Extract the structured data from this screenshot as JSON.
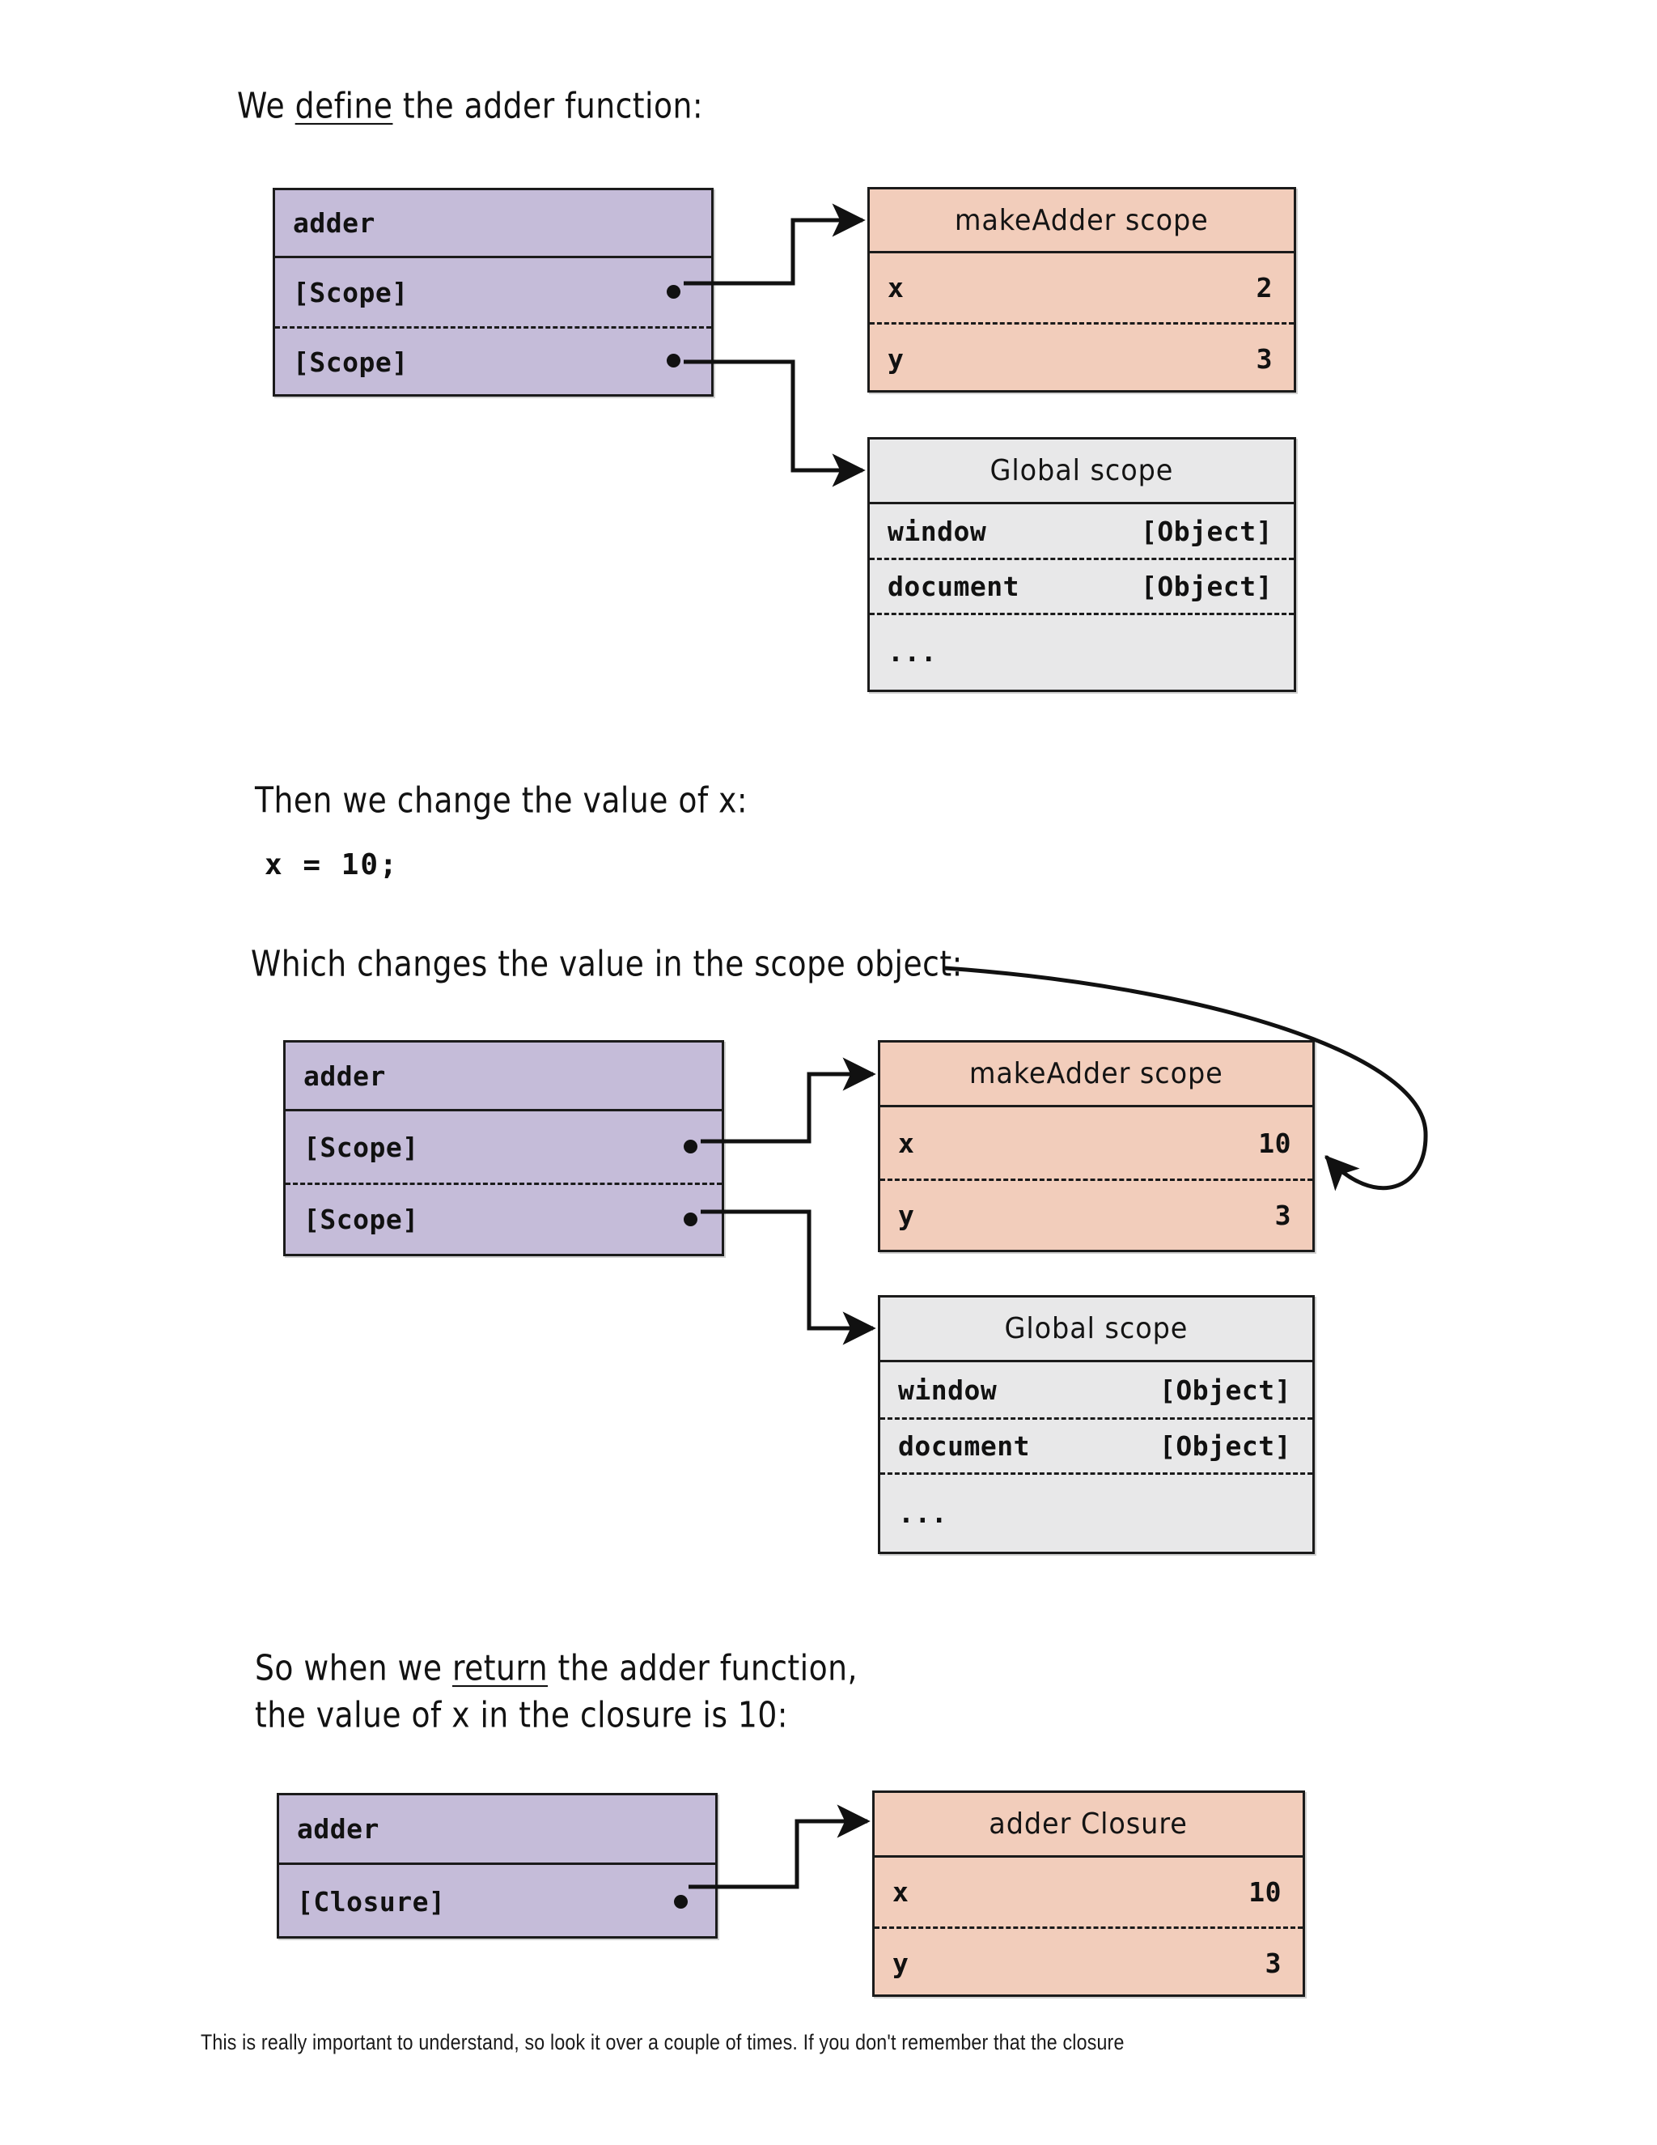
{
  "document": {
    "footer_text": "This is really important to understand, so look it over a couple of times. If you don't remember that the closure"
  },
  "sections": {
    "one": {
      "caption_pre": "We ",
      "caption_underline": "define",
      "caption_post": " the adder function:",
      "function_box": {
        "title": "adder",
        "rows": [
          {
            "key": "[Scope]",
            "value": ""
          },
          {
            "key": "[Scope]",
            "value": ""
          }
        ]
      },
      "scope_box": {
        "title": "makeAdder scope",
        "rows": [
          {
            "key": "x",
            "value": "2"
          },
          {
            "key": "y",
            "value": "3"
          }
        ]
      },
      "global_box": {
        "title": "Global scope",
        "rows": [
          {
            "key": "window",
            "value": "[Object]"
          },
          {
            "key": "document",
            "value": "[Object]"
          },
          {
            "key": "...",
            "value": ""
          }
        ]
      }
    },
    "two": {
      "caption_change": "Then we change the value of x:",
      "code": "x = 10;",
      "caption_which": "Which changes the value in the scope object:",
      "function_box": {
        "title": "adder",
        "rows": [
          {
            "key": "[Scope]",
            "value": ""
          },
          {
            "key": "[Scope]",
            "value": ""
          }
        ]
      },
      "scope_box": {
        "title": "makeAdder scope",
        "rows": [
          {
            "key": "x",
            "value": "10"
          },
          {
            "key": "y",
            "value": "3"
          }
        ]
      },
      "global_box": {
        "title": "Global scope",
        "rows": [
          {
            "key": "window",
            "value": "[Object]"
          },
          {
            "key": "document",
            "value": "[Object]"
          },
          {
            "key": "...",
            "value": ""
          }
        ]
      }
    },
    "three": {
      "caption_line1_pre": "So when we ",
      "caption_line1_underline": "return",
      "caption_line1_post": " the adder function,",
      "caption_line2": "the value of x in the closure is 10:",
      "function_box": {
        "title": "adder",
        "rows": [
          {
            "key": "[Closure]",
            "value": ""
          }
        ]
      },
      "closure_box": {
        "title": "adder Closure",
        "rows": [
          {
            "key": "x",
            "value": "10"
          },
          {
            "key": "y",
            "value": "3"
          }
        ]
      }
    }
  },
  "colors": {
    "purple": "#c5bcd9",
    "peach": "#f2cdbb",
    "grey": "#e8e8e9",
    "stroke": "#1b1b1b"
  }
}
